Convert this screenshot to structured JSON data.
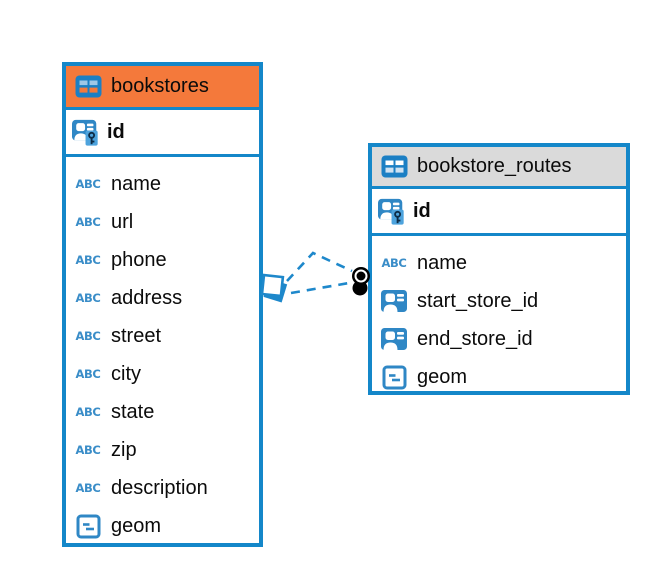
{
  "canvas": {
    "background": "#ffffff"
  },
  "tables": [
    {
      "title": "bookstores",
      "header_color": "#f4793b",
      "header_icon": "table-icon",
      "columns": [
        {
          "name": "id",
          "type_icon": "primary-key-icon",
          "primary": true
        },
        {
          "name": "name",
          "type_icon": "text-abc-icon"
        },
        {
          "name": "url",
          "type_icon": "text-abc-icon"
        },
        {
          "name": "phone",
          "type_icon": "text-abc-icon"
        },
        {
          "name": "address",
          "type_icon": "text-abc-icon"
        },
        {
          "name": "street",
          "type_icon": "text-abc-icon"
        },
        {
          "name": "city",
          "type_icon": "text-abc-icon"
        },
        {
          "name": "state",
          "type_icon": "text-abc-icon"
        },
        {
          "name": "zip",
          "type_icon": "text-abc-icon"
        },
        {
          "name": "description",
          "type_icon": "text-abc-icon"
        },
        {
          "name": "geom",
          "type_icon": "geometry-icon"
        }
      ]
    },
    {
      "title": "bookstore_routes",
      "header_color": "#dadada",
      "header_icon": "table-icon",
      "columns": [
        {
          "name": "id",
          "type_icon": "primary-key-icon",
          "primary": true
        },
        {
          "name": "name",
          "type_icon": "text-abc-icon"
        },
        {
          "name": "start_store_id",
          "type_icon": "reference-icon"
        },
        {
          "name": "end_store_id",
          "type_icon": "reference-icon"
        },
        {
          "name": "geom",
          "type_icon": "geometry-icon"
        }
      ]
    }
  ],
  "relationships": {
    "count": 2,
    "style": "dashed",
    "between": [
      "bookstores",
      "bookstore_routes"
    ],
    "source_marker": "double-square",
    "target_marker": "double-dot"
  },
  "icons": {
    "text_abc_label": "ABC"
  },
  "colors": {
    "table_border": "#1487c9",
    "header_orange": "#f4793b",
    "header_gray": "#dadada",
    "icon_blue": "#2f87c5",
    "connector_blue": "#1e88cb",
    "endpoint_black": "#000000",
    "text": "#0b0b0b"
  }
}
